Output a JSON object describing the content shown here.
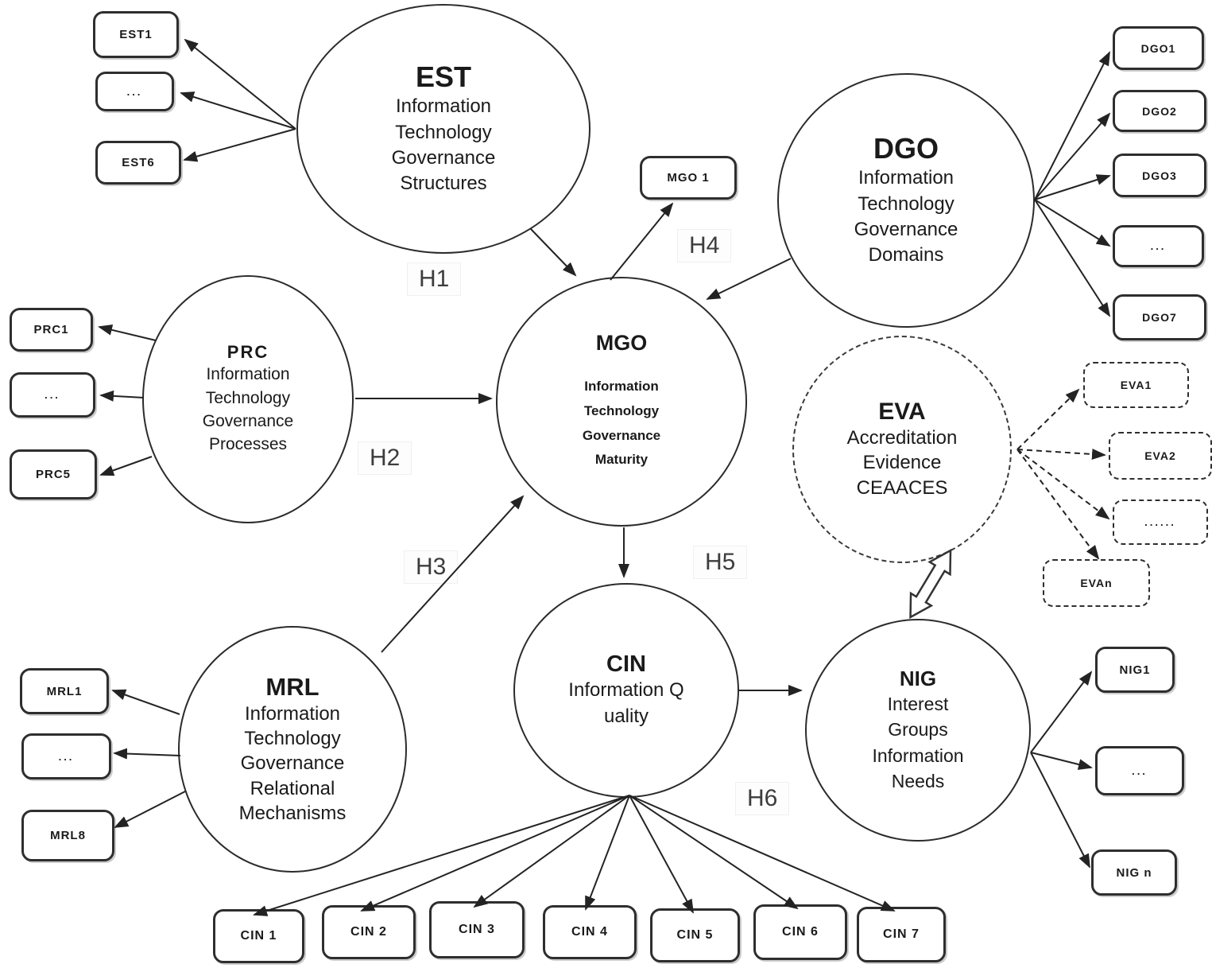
{
  "diagram": {
    "nodes": {
      "est": {
        "title": "EST",
        "subtitle": "Information\nTechnology\nGovernance\nStructures"
      },
      "dgo": {
        "title": "DGO",
        "subtitle": "Information\nTechnology\nGovernance\nDomains"
      },
      "mgo": {
        "title": "MGO",
        "subtitle": "Information\nTechnology\nGovernance\nMaturity"
      },
      "prc": {
        "title": "PRC",
        "subtitle": "Information\nTechnology\nGovernance\nProcesses"
      },
      "eva": {
        "title": "EVA",
        "subtitle": "Accreditation\nEvidence\nCEAACES"
      },
      "mrl": {
        "title": "MRL",
        "subtitle": "Information\nTechnology\nGovernance\nRelational\nMechanisms"
      },
      "cin": {
        "title": "CIN",
        "subtitle": "Information Q\nuality"
      },
      "nig": {
        "title": "NIG",
        "subtitle": "Interest\nGroups\nInformation\nNeeds"
      }
    },
    "indicators": {
      "est": [
        "EST1",
        "...",
        "EST6"
      ],
      "dgo": [
        "DGO1",
        "DGO2",
        "DGO3",
        "...",
        "DGO7"
      ],
      "mgo": [
        "MGO 1"
      ],
      "prc": [
        "PRC1",
        "...",
        "PRC5"
      ],
      "eva": [
        "EVA1",
        "EVA2",
        "......",
        "EVAn"
      ],
      "mrl": [
        "MRL1",
        "...",
        "MRL8"
      ],
      "nig": [
        "NIG1",
        "...",
        "NIG n"
      ],
      "cin": [
        "CIN 1",
        "CIN 2",
        "CIN 3",
        "CIN 4",
        "CIN 5",
        "CIN 6",
        "CIN 7"
      ]
    },
    "hypotheses": {
      "h1": "H1",
      "h2": "H2",
      "h3": "H3",
      "h4": "H4",
      "h5": "H5",
      "h6": "H6"
    },
    "colors": {
      "ink": "#232323",
      "background": "#ffffff"
    }
  }
}
